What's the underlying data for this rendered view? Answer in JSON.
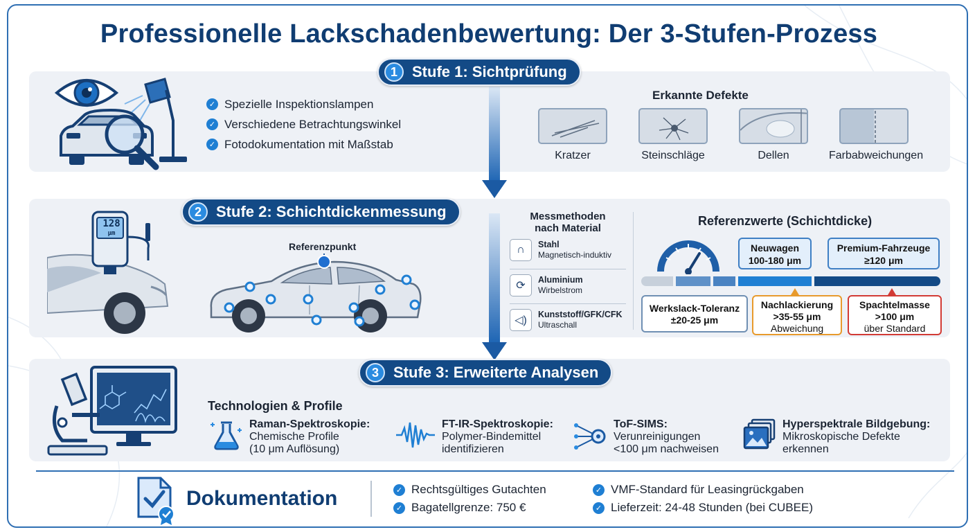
{
  "title": "Professionelle Lackschadenbewertung: Der 3-Stufen-Prozess",
  "stage1": {
    "num": "1",
    "label": "Stufe 1: Sichtprüfung",
    "items": [
      "Spezielle Inspektionslampen",
      "Verschiedene Betrachtungswinkel",
      "Fotodokumentation mit Maßstab"
    ],
    "defects_title": "Erkannte Defekte",
    "defects": [
      "Kratzer",
      "Steinschläge",
      "Dellen",
      "Farbabweichungen"
    ]
  },
  "stage2": {
    "num": "2",
    "label": "Stufe 2: Schichtdickenmessung",
    "gauge_display": "128",
    "gauge_unit": "μm",
    "reference_point": "Referenzpunkt",
    "methods_title": "Messmethoden nach Material",
    "methods": [
      {
        "material": "Stahl",
        "method": "Magnetisch-induktiv",
        "icon": "magnet-icon"
      },
      {
        "material": "Aluminium",
        "method": "Wirbelstrom",
        "icon": "eddy-current-icon"
      },
      {
        "material": "Kunststoff/GFK/CFK",
        "method": "Ultraschall",
        "icon": "ultrasound-icon"
      }
    ],
    "ref_title": "Referenzwerte (Schichtdicke)",
    "neuwagen": [
      "Neuwagen",
      "100-180 μm"
    ],
    "premium": [
      "Premium-Fahrzeuge",
      "≥120 μm"
    ],
    "werkslack": [
      "Werkslack-Toleranz",
      "±20-25 μm"
    ],
    "nachlackierung": [
      "Nachlackierung",
      ">35-55 μm",
      "Abweichung"
    ],
    "spachtelmasse": [
      "Spachtelmasse",
      ">100 μm",
      "über Standard"
    ]
  },
  "stage3": {
    "num": "3",
    "label": "Stufe 3: Erweiterte Analysen",
    "tech_title": "Technologien & Profile",
    "technologies": [
      {
        "name": "Raman-Spektroskopie:",
        "l1": "Chemische Profile",
        "l2": "(10 μm Auflösung)",
        "icon": "flask-icon"
      },
      {
        "name": "FT-IR-Spektroskopie:",
        "l1": "Polymer-Bindemittel",
        "l2": "identifizieren",
        "icon": "waveform-icon"
      },
      {
        "name": "ToF-SIMS:",
        "l1": "Verunreinigungen",
        "l2": "<100 μm nachweisen",
        "icon": "ion-beam-icon"
      },
      {
        "name": "Hyperspektrale Bildgebung:",
        "l1": "Mikroskopische Defekte",
        "l2": "erkennen",
        "icon": "image-stack-icon"
      }
    ]
  },
  "documentation": {
    "title": "Dokumentation",
    "items": [
      "Rechtsgültiges Gutachten",
      "Bagatellgrenze: 750 €",
      "VMF-Standard für Leasingrückgaben",
      "Lieferzeit: 24-48 Stunden (bei CUBEE)"
    ]
  },
  "colors": {
    "primary": "#134a86",
    "accent": "#2a8be0",
    "warning": "#e89a2c",
    "danger": "#d23b35",
    "title": "#103d72"
  }
}
